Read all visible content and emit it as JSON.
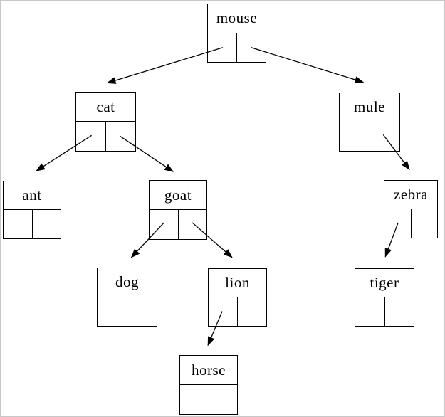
{
  "diagram": {
    "type": "binary-tree",
    "root": "mouse"
  },
  "nodes": {
    "mouse": {
      "label": "mouse"
    },
    "cat": {
      "label": "cat"
    },
    "mule": {
      "label": "mule"
    },
    "ant": {
      "label": "ant"
    },
    "goat": {
      "label": "goat"
    },
    "zebra": {
      "label": "zebra"
    },
    "dog": {
      "label": "dog"
    },
    "lion": {
      "label": "lion"
    },
    "tiger": {
      "label": "tiger"
    },
    "horse": {
      "label": "horse"
    }
  },
  "edges": [
    {
      "from": "mouse",
      "slot": "left",
      "to": "cat"
    },
    {
      "from": "mouse",
      "slot": "right",
      "to": "mule"
    },
    {
      "from": "cat",
      "slot": "left",
      "to": "ant"
    },
    {
      "from": "cat",
      "slot": "right",
      "to": "goat"
    },
    {
      "from": "goat",
      "slot": "left",
      "to": "dog"
    },
    {
      "from": "goat",
      "slot": "right",
      "to": "lion"
    },
    {
      "from": "mule",
      "slot": "right",
      "to": "zebra"
    },
    {
      "from": "zebra",
      "slot": "left",
      "to": "tiger"
    },
    {
      "from": "lion",
      "slot": "left",
      "to": "horse"
    }
  ],
  "colors": {
    "line": "#000000",
    "background": "#ffffff",
    "frame_border": "#c8c8c8",
    "text": "#000000"
  }
}
